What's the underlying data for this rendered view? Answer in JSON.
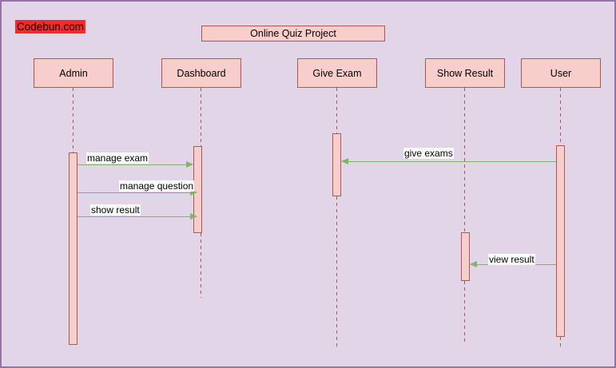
{
  "watermark": {
    "text": "Codebun.com",
    "bg_color": "#fb2a2a"
  },
  "title": "Online Quiz Project",
  "actors": [
    {
      "id": "admin",
      "label": "Admin"
    },
    {
      "id": "dashboard",
      "label": "Dashboard"
    },
    {
      "id": "give-exam",
      "label": "Give Exam"
    },
    {
      "id": "show-result",
      "label": "Show Result"
    },
    {
      "id": "user",
      "label": "User"
    }
  ],
  "messages": [
    {
      "label": "manage exam",
      "from": "Admin",
      "to": "Dashboard",
      "direction": "right"
    },
    {
      "label": "manage question",
      "from": "Admin",
      "to": "Dashboard",
      "direction": "right"
    },
    {
      "label": "show result",
      "from": "Admin",
      "to": "Dashboard",
      "direction": "right"
    },
    {
      "label": "give exams",
      "from": "User",
      "to": "Give Exam",
      "direction": "left"
    },
    {
      "label": "view result",
      "from": "User",
      "to": "Show Result",
      "direction": "left"
    }
  ],
  "colors": {
    "background": "#e1d5e7",
    "canvas_border": "#9673a6",
    "shape_fill": "#f8cecc",
    "shape_border": "#b85450",
    "lifeline": "#b85450",
    "arrow": "#82b366",
    "watermark_bg": "#fb2a2a",
    "message_label_bg": "#ffffff"
  }
}
